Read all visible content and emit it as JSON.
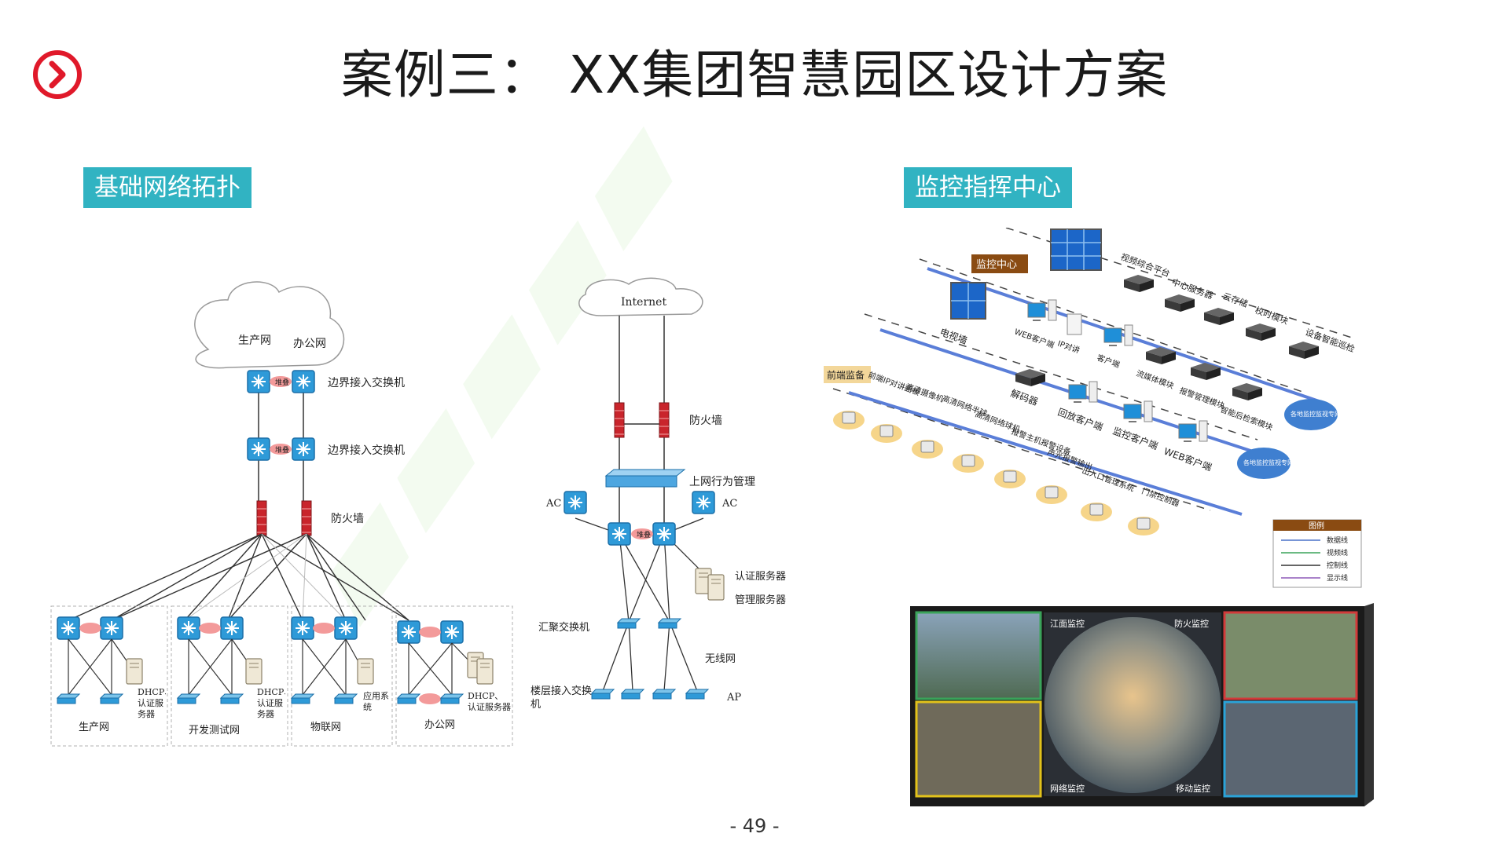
{
  "header": {
    "title": "案例三： XX集团智慧园区设计方案",
    "logo_icon": "chevron-right-circle-icon",
    "accent_color": "#e0192a"
  },
  "sections": {
    "left_label": "基础网络拓扑",
    "right_label": "监控指挥中心",
    "label_color": "#31b3c2"
  },
  "network_topology": {
    "left": {
      "cloud_labels": [
        "生产网",
        "办公网"
      ],
      "layers": [
        "边界接入交换机",
        "边界接入交换机",
        "防火墙"
      ],
      "stack_label": "堆叠",
      "groups": [
        {
          "name": "生产网",
          "server": "DHCP、认证服务器"
        },
        {
          "name": "开发测试网",
          "server": "DHCP、认证服务器"
        },
        {
          "name": "物联网",
          "server": "应用系统"
        },
        {
          "name": "办公网",
          "server": "DHCP、认证服务器"
        }
      ]
    },
    "right": {
      "internet": "Internet",
      "firewall": "防火墙",
      "behavior_mgmt": "上网行为管理",
      "ac_labels": [
        "AC",
        "AC"
      ],
      "servers": [
        "认证服务器",
        "管理服务器"
      ],
      "aggregation": "汇聚交换机",
      "wireless": "无线网",
      "floor_access": "楼层接入交换机",
      "ap": "AP"
    }
  },
  "monitoring": {
    "center_label": "监控中心",
    "front_label": "前端监备",
    "center_row": [
      "视频综合平台",
      "中心服务器",
      "云存储",
      "校时模块",
      "设备智能巡检"
    ],
    "mid_row": [
      "WEB客户端",
      "IP对讲",
      "客户端",
      "流媒体模块",
      "报警管理模块",
      "智能后检索模块"
    ],
    "lower_row": [
      "电视墙",
      "解码器",
      "回放客户端",
      "监控客户端",
      "WEB客户端"
    ],
    "front_devices": [
      "前端IP对讲面板",
      "高清摄像机",
      "高清网络半球",
      "高清网络球机",
      "报警主机报警设备",
      "声光报警输出",
      "出入口管理系统",
      "门禁控制器"
    ],
    "cloud_labels": [
      "各地监控监视专网",
      "各地监控监视专网"
    ],
    "legend": {
      "title": "图例",
      "items": [
        {
          "label": "数据线",
          "color": "#4a72c8"
        },
        {
          "label": "视频线",
          "color": "#3aa35a"
        },
        {
          "label": "控制线",
          "color": "#333333"
        },
        {
          "label": "显示线",
          "color": "#8e5ab8"
        }
      ]
    }
  },
  "video_wall": {
    "labels": [
      "江面监控",
      "防火监控",
      "网络监控",
      "移动监控"
    ]
  },
  "footer": {
    "page_number": "- 49 -"
  }
}
